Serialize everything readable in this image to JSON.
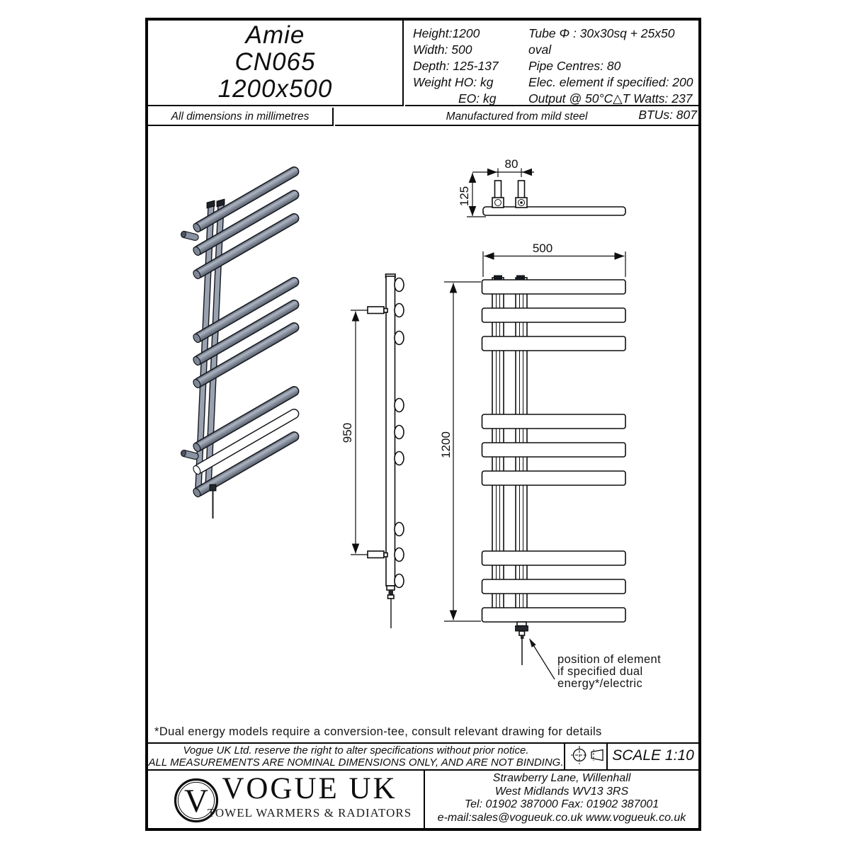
{
  "title_block": {
    "product_name": "Amie",
    "product_code": "CN065",
    "product_size": "1200x500",
    "specs_left": [
      "Height:1200",
      "Width: 500",
      "Depth: 125-137",
      "Weight HO:  kg",
      "EO:  kg"
    ],
    "specs_right": [
      "Tube Φ : 30x30sq + 25x50 oval",
      "Pipe Centres: 80",
      "Elec. element if specified: 200",
      "Output @ 50°C△T Watts: 237",
      "BTUs: 807"
    ]
  },
  "notes_row": {
    "dimensions_note": "All dimensions in millimetres",
    "material_note": "Manufactured from mild steel"
  },
  "drawing": {
    "dim_pipe_centres": "80",
    "dim_depth": "125",
    "dim_width": "500",
    "dim_height": "1200",
    "dim_bracket_centres": "950",
    "element_note_line1": "position of element",
    "element_note_line2": "if specified dual",
    "element_note_line3": "energy*/electric",
    "footnote": "*Dual energy models require a conversion-tee, consult relevant drawing for details"
  },
  "approval_row": {
    "disclaimer_line1": "Vogue UK Ltd. reserve the right to alter specifications without prior notice.",
    "disclaimer_line2": "ALL MEASUREMENTS ARE NOMINAL DIMENSIONS ONLY, AND ARE NOT BINDING.",
    "scale_label": "SCALE 1:10"
  },
  "footer": {
    "logo_letter": "V",
    "brand_name": "VOGUE UK",
    "brand_tagline": "TOWEL WARMERS & RADIATORS",
    "address_line1": "Strawberry Lane, Willenhall",
    "address_line2": "West Midlands WV13 3RS",
    "contact_line": "Tel: 01902 387000  Fax: 01902 387001",
    "email_web_line": "e-mail:sales@vogueuk.co.uk  www.vogueuk.co.uk"
  }
}
